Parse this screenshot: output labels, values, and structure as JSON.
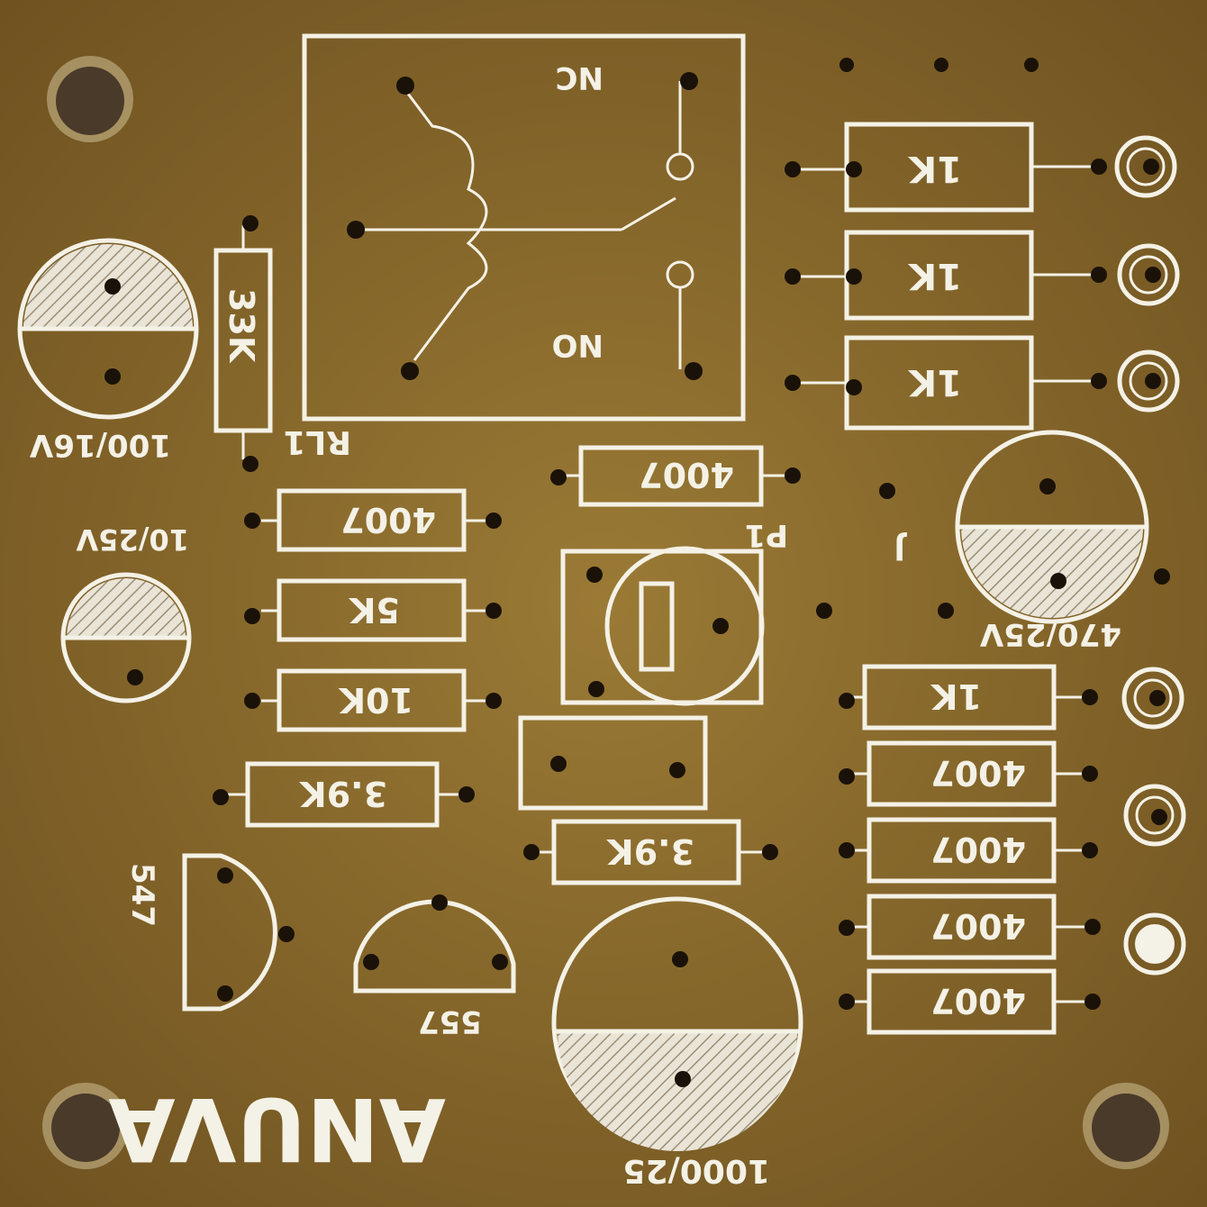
{
  "board": {
    "brand": "ANUVA",
    "relay_label": "RL1",
    "relay_nc": "NC",
    "relay_no": "NO",
    "pot_label": "P1",
    "jumper_label": "J"
  },
  "labels": {
    "r33k": "33K",
    "c100_16": "100/16V",
    "c10_25": "10/25V",
    "c470_25": "470/25V",
    "c1000_25": "1000/25",
    "d4007_a": "4007",
    "d4007_b": "4007",
    "r5k": "5K",
    "r10k": "10K",
    "r39k_a": "3.9K",
    "r39k_b": "3.9K",
    "r1k_a": "1K",
    "r1k_b": "1K",
    "r1k_c": "1K",
    "r1k_d": "1K",
    "d4007_c": "4007",
    "d4007_d": "4007",
    "d4007_e": "4007",
    "d4007_f": "4007",
    "q547": "547",
    "q557": "557"
  },
  "colors": {
    "board": "#8a6a2a",
    "silkscreen": "#f4f1e6",
    "hole": "#1a1208"
  }
}
